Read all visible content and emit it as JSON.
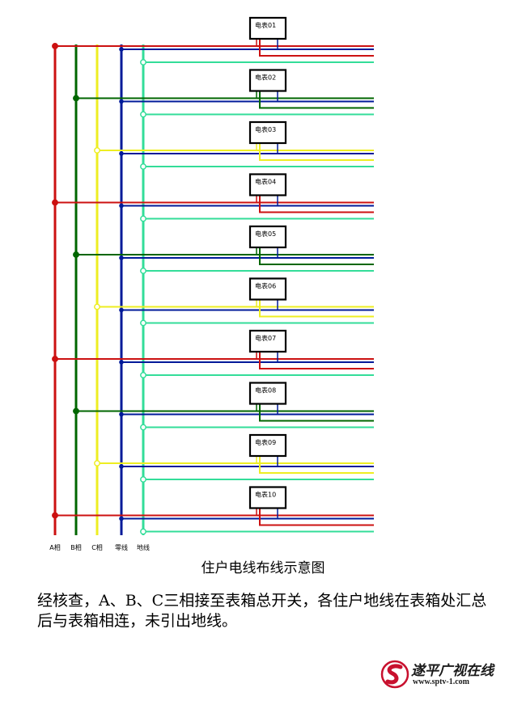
{
  "colors": {
    "phase_a": "#cc1111",
    "phase_b": "#006600",
    "phase_c": "#eeee22",
    "neutral": "#001a99",
    "ground": "#33dd99"
  },
  "buses": [
    {
      "id": "a",
      "label": "A相",
      "color": "#cc1111"
    },
    {
      "id": "b",
      "label": "B相",
      "color": "#006600"
    },
    {
      "id": "c",
      "label": "C相",
      "color": "#eeee22"
    },
    {
      "id": "n",
      "label": "零线",
      "color": "#001a99"
    },
    {
      "id": "g",
      "label": "地线",
      "color": "#33dd99"
    }
  ],
  "meters": [
    {
      "label": "电表01",
      "phase": "a"
    },
    {
      "label": "电表02",
      "phase": "b"
    },
    {
      "label": "电表03",
      "phase": "c"
    },
    {
      "label": "电表04",
      "phase": "a"
    },
    {
      "label": "电表05",
      "phase": "b"
    },
    {
      "label": "电表06",
      "phase": "c"
    },
    {
      "label": "电表07",
      "phase": "a"
    },
    {
      "label": "电表08",
      "phase": "b"
    },
    {
      "label": "电表09",
      "phase": "c"
    },
    {
      "label": "电表10",
      "phase": "a"
    }
  ],
  "caption": "住户电线布线示意图",
  "note": "经核查，A、B、C三相接至表箱总开关，各住户地线在表箱处汇总后与表箱相连，未引出地线。",
  "watermark": {
    "title": "遂平广视在线",
    "url": "www.sptv-1.com",
    "icon": "s-logo-icon"
  }
}
